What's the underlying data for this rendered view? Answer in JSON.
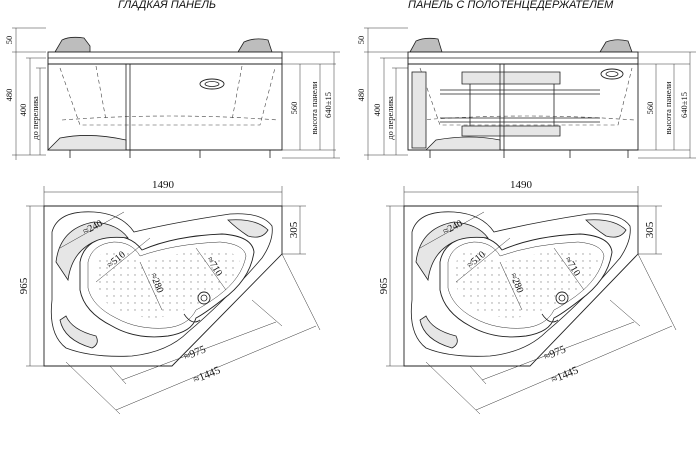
{
  "titles": {
    "left": "ГЛАДКАЯ ПАНЕЛЬ",
    "right": "ПАНЕЛЬ С ПОЛОТЕНЦЕДЕРЖАТЕЛЕМ"
  },
  "front_dims": {
    "d50": "50",
    "d480": "480",
    "d400": "400",
    "overflow_label": "до перелива",
    "d560": "560",
    "panel_label": "высота панели",
    "d640": "640±15"
  },
  "plan_dims": {
    "width": "1490",
    "height": "965",
    "d305": "305",
    "d240": "≈240",
    "d510": "≈510",
    "d280": "≈280",
    "d710": "≈710",
    "d975": "≈975",
    "d1445": "≈1445"
  }
}
